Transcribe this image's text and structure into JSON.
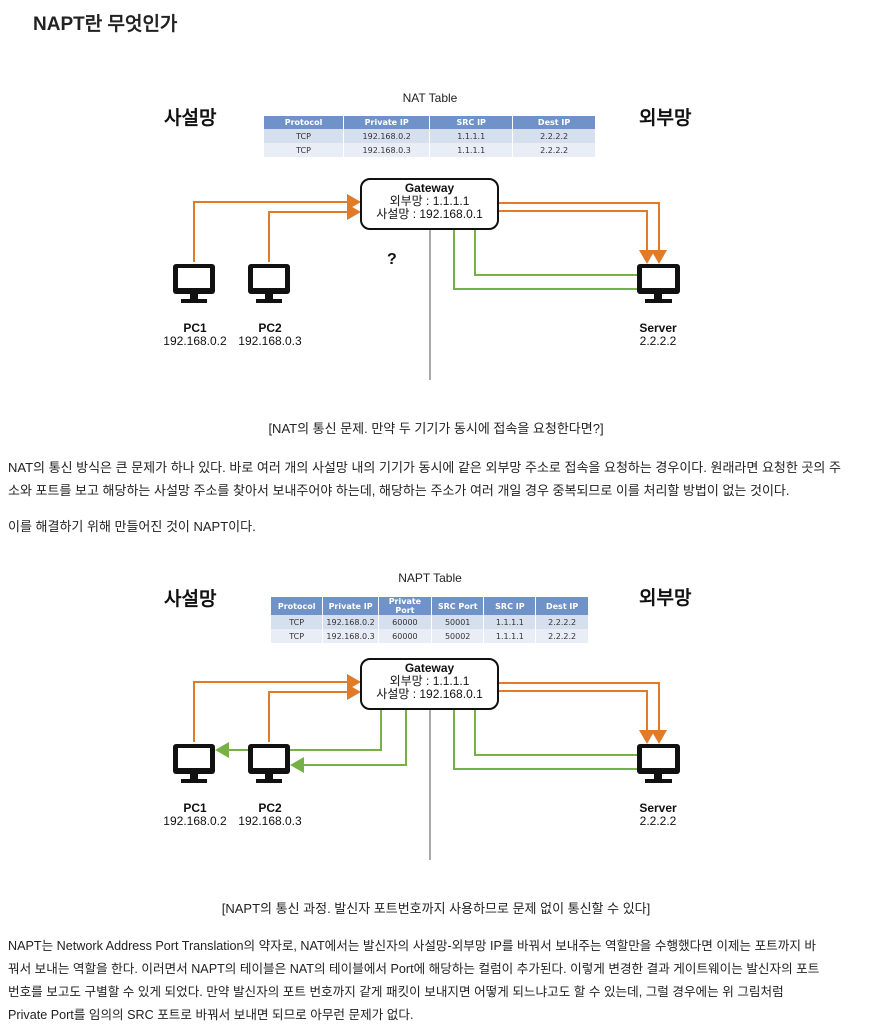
{
  "page_title": "NAPT란 무엇인가",
  "diagram1": {
    "table_title": "NAT Table",
    "left_label": "사설망",
    "right_label": "외부망",
    "columns": [
      "Protocol",
      "Private IP",
      "SRC IP",
      "Dest IP"
    ],
    "rows": [
      [
        "TCP",
        "192.168.0.2",
        "1.1.1.1",
        "2.2.2.2"
      ],
      [
        "TCP",
        "192.168.0.3",
        "1.1.1.1",
        "2.2.2.2"
      ]
    ],
    "gateway": {
      "name": "Gateway",
      "outer": "외부망 : 1.1.1.1",
      "inner": "사설망 : 192.168.0.1"
    },
    "pc1": {
      "name": "PC1",
      "ip": "192.168.0.2"
    },
    "pc2": {
      "name": "PC2",
      "ip": "192.168.0.3"
    },
    "server": {
      "name": "Server",
      "ip": "2.2.2.2"
    },
    "question": "?"
  },
  "caption1": "[NAT의 통신 문제. 만약 두 기기가 동시에 접속을 요청한다면?]",
  "paragraph1": [
    " NAT의 통신 방식은 큰 문제가 하나 있다. 바로 여러 개의 사설망 내의 기기가 동시에 같은 외부망 주소로 접속을 요청하는 경우이다. 원래라면 요청한 곳의 주",
    "소와 포트를 보고 해당하는 사설망 주소를 찾아서 보내주어야 하는데, 해당하는 주소가 여러 개일 경우 중복되므로 이를 처리할 방법이 없는 것이다."
  ],
  "paragraph2": "이를 해결하기 위해 만들어진 것이 NAPT이다.",
  "diagram2": {
    "table_title": "NAPT Table",
    "left_label": "사설망",
    "right_label": "외부망",
    "columns": [
      "Protocol",
      "Private IP",
      "Private Port",
      "SRC Port",
      "SRC IP",
      "Dest IP"
    ],
    "rows": [
      [
        "TCP",
        "192.168.0.2",
        "60000",
        "50001",
        "1.1.1.1",
        "2.2.2.2"
      ],
      [
        "TCP",
        "192.168.0.3",
        "60000",
        "50002",
        "1.1.1.1",
        "2.2.2.2"
      ]
    ],
    "gateway": {
      "name": "Gateway",
      "outer": "외부망 : 1.1.1.1",
      "inner": "사설망 : 192.168.0.1"
    },
    "pc1": {
      "name": "PC1",
      "ip": "192.168.0.2"
    },
    "pc2": {
      "name": "PC2",
      "ip": "192.168.0.3"
    },
    "server": {
      "name": "Server",
      "ip": "2.2.2.2"
    }
  },
  "caption2": "[NAPT의 통신 과정. 발신자 포트번호까지 사용하므로 문제 없이 통신할 수 있다]",
  "paragraph3": [
    " NAPT는 Network Address Port Translation의 약자로, NAT에서는 발신자의 사설망-외부망 IP를 바꿔서 보내주는 역할만을 수행했다면 이제는 포트까지 바",
    "꿔서 보내는 역할을 한다. 이러면서 NAPT의 테이블은 NAT의 테이블에서 Port에 해당하는 컬럼이 추가된다. 이렇게 변경한 결과 게이트웨이는 발신자의 포트",
    "번호를 보고도 구별할 수 있게 되었다. 만약 발신자의 포트 번호까지 같게 패킷이 보내지면 어떻게 되느냐고도 할 수 있는데, 그럴 경우에는 위 그림처럼",
    "Private Port를 임의의 SRC 포트로 바꿔서 보내면 되므로 아무런 문제가 없다."
  ],
  "colors": {
    "request": "#e07b2a",
    "response": "#76b046",
    "header": "#6f93c9"
  },
  "icons": {
    "pc": "monitor-icon",
    "server": "monitor-icon"
  }
}
